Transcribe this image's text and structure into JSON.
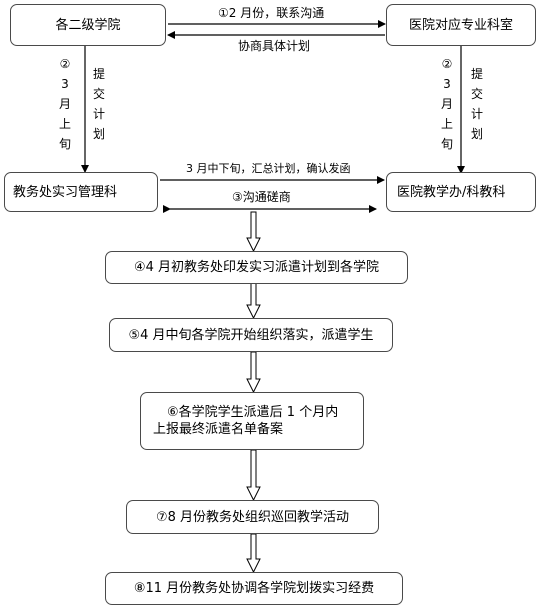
{
  "boxes": {
    "colleges": "各二级学院",
    "hospital_dept": "医院对应专业科室",
    "practice_office": "教务处实习管理科",
    "hospital_teaching": "医院教学办/科教科",
    "step4": "④4 月初教务处印发实习派遣计划到各学院",
    "step5": "⑤4 月中旬各学院开始组织落实，派遣学生",
    "step6_line1": "⑥各学院学生派遣后 1 个月内",
    "step6_line2": "上报最终派遣名单备案",
    "step7": "⑦8 月份教务处组织巡回教学活动",
    "step8": "⑧11 月份教务处协调各学院划拨实习经费"
  },
  "labels": {
    "step1_top": "①2 月份，联系沟通",
    "step1_bottom": "协商具体计划",
    "left_num": "②",
    "left_month": [
      "3",
      "月",
      "上",
      "旬"
    ],
    "left_action": [
      "提",
      "交",
      "计",
      "划"
    ],
    "right_num": "②",
    "right_month": [
      "3",
      "月",
      "上",
      "旬"
    ],
    "right_action": [
      "提",
      "交",
      "计",
      "划"
    ],
    "mid_top": "3 月中下旬，汇总计划，确认发函",
    "mid_bottom": "③沟通磋商"
  }
}
